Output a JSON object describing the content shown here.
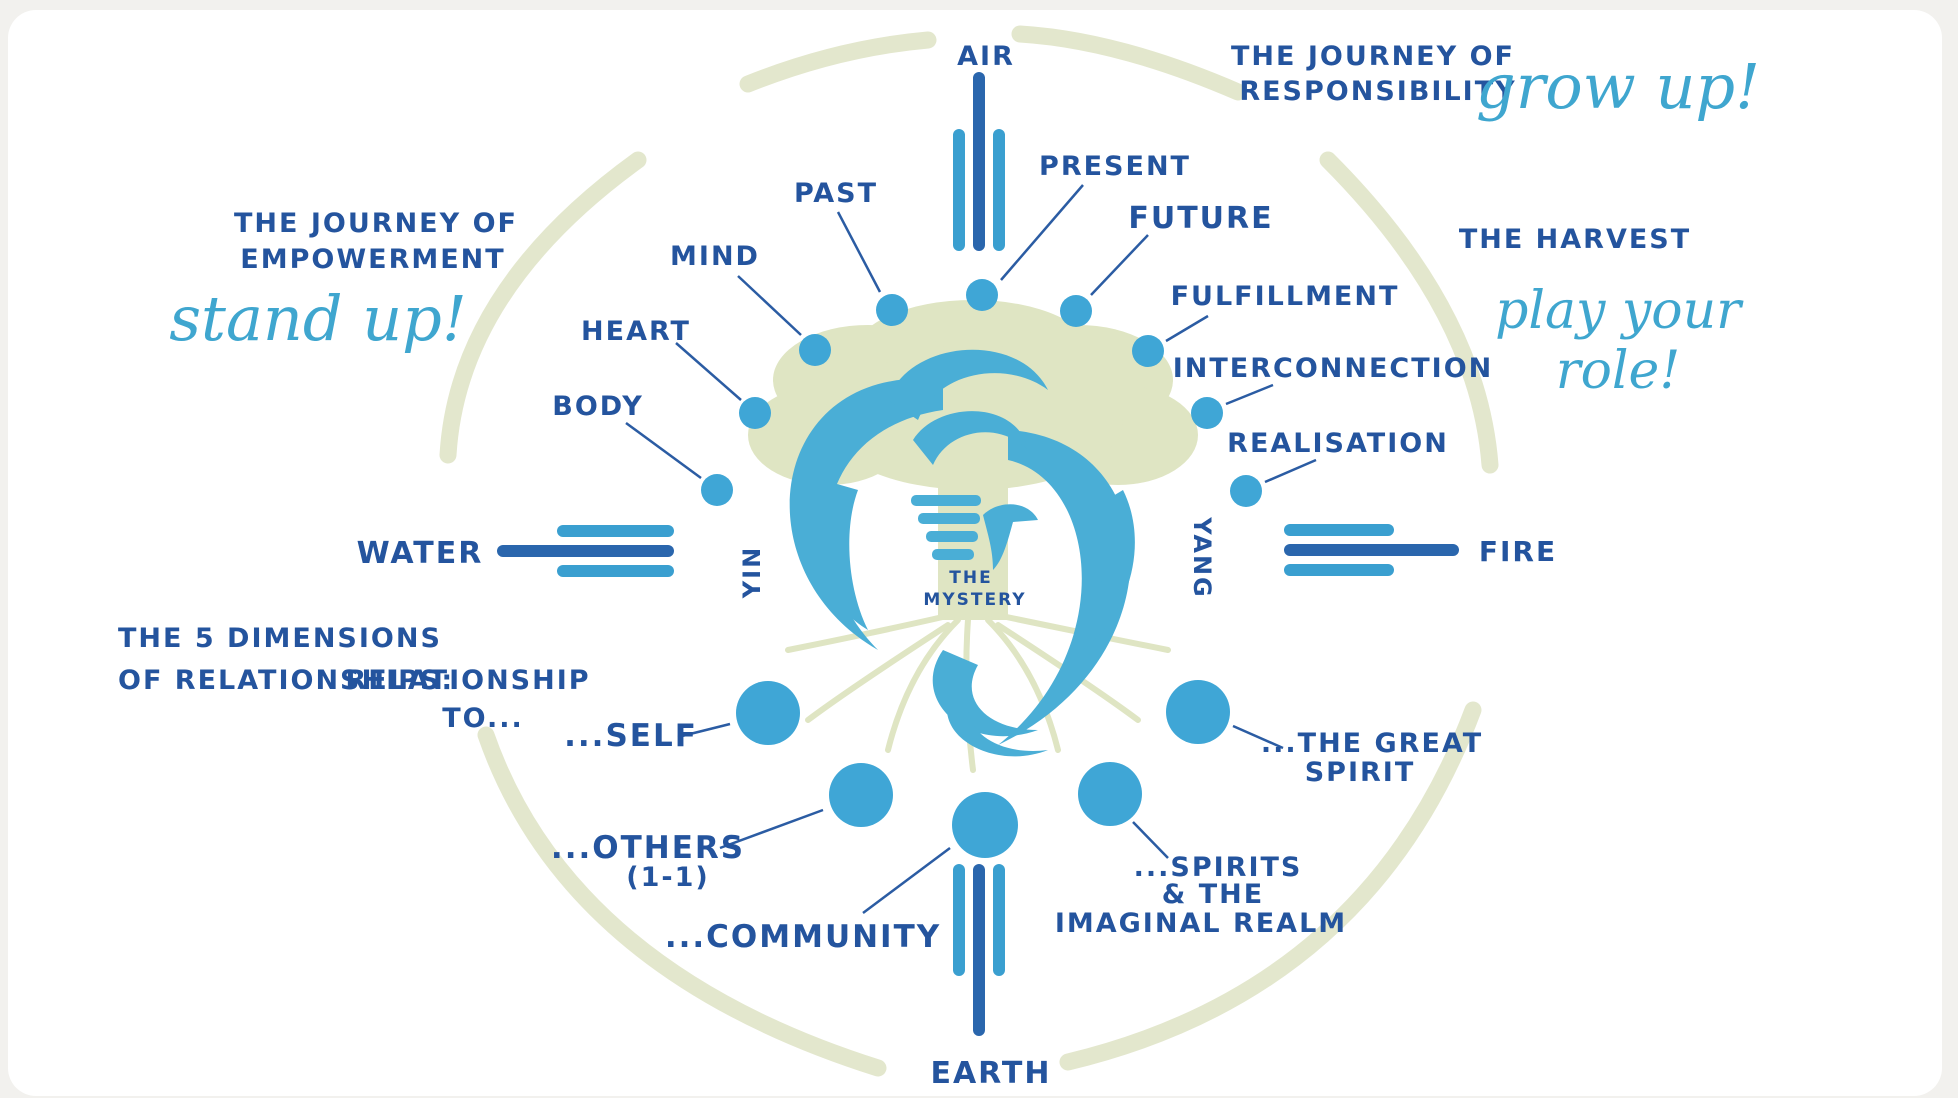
{
  "colors": {
    "dark_blue": "#24549e",
    "mid_blue": "#2f7fc0",
    "light_blue": "#4aaed6",
    "olive_tan": "#e3e7cd",
    "tree": "#dfe5c3"
  },
  "elements": {
    "air": "AIR",
    "earth": "EARTH",
    "water": "WATER",
    "fire": "FIRE"
  },
  "center": {
    "line1": "THE",
    "line2": "MYSTERY",
    "yin": "YIN",
    "yang": "YANG"
  },
  "journeys": {
    "responsibility": {
      "line1": "THE JOURNEY OF",
      "line2": "RESPONSIBILITY",
      "call": "grow up!"
    },
    "empowerment": {
      "line1": "THE JOURNEY OF",
      "line2": "EMPOWERMENT",
      "call": "stand up!"
    },
    "harvest": {
      "title": "THE HARVEST",
      "call_line1": "play your",
      "call_line2": "role!"
    }
  },
  "upper_dots": {
    "body": "BODY",
    "heart": "HEART",
    "mind": "MIND",
    "past": "PAST",
    "present": "PRESENT",
    "future": "FUTURE",
    "fulfillment": "FULFILLMENT",
    "interconnection": "INTERCONNECTION",
    "realisation": "REALISATION"
  },
  "dimensions": {
    "title_line1": "THE 5 DIMENSIONS",
    "title_line2": "OF RELATIONSHIPS:",
    "rel_line1": "RELATIONSHIP",
    "rel_line2": "TO...",
    "self": "...SELF",
    "others_line1": "...OTHERS",
    "others_line2": "(1-1)",
    "community": "...COMMUNITY",
    "spirits_line1": "...SPIRITS",
    "spirits_line2": "& THE",
    "spirits_line3": "IMAGINAL REALM",
    "great_spirit_line1": "...THE GREAT",
    "great_spirit_line2": "SPIRIT"
  }
}
